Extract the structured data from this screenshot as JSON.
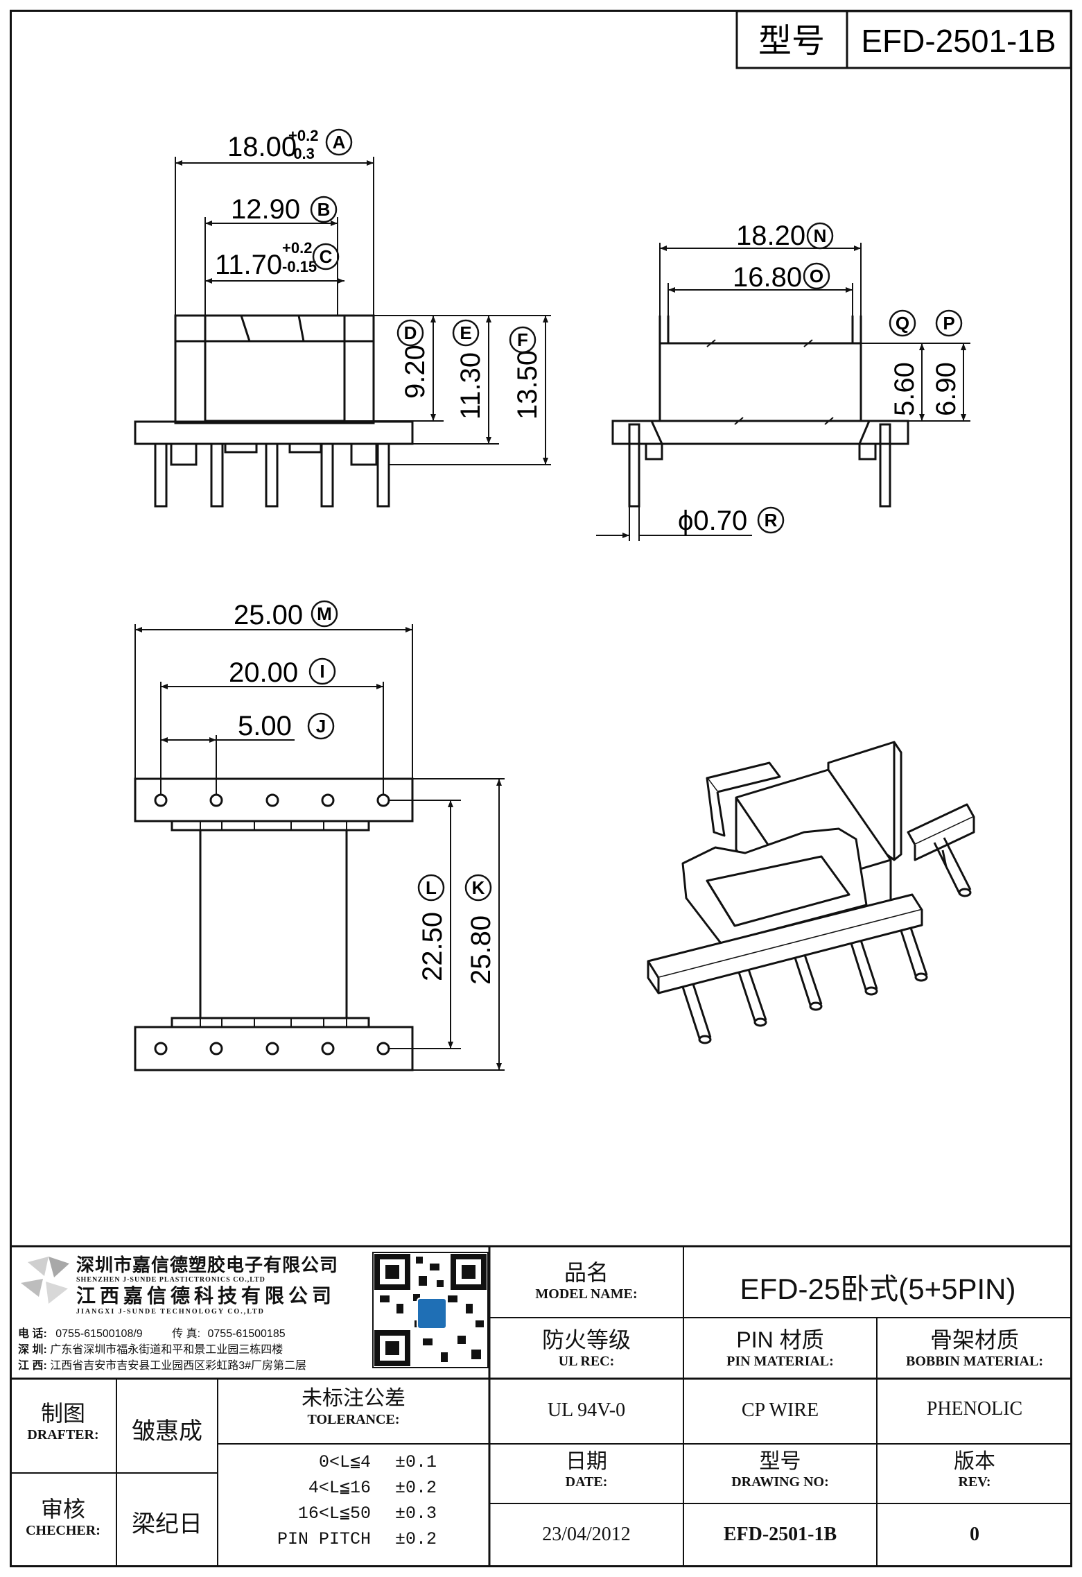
{
  "header": {
    "label": "型号",
    "value": "EFD-2501-1B"
  },
  "dims": {
    "A": {
      "value": "18.00",
      "tol_plus": "+0.2",
      "tol_minus": "-0.3",
      "tag": "A"
    },
    "B": {
      "value": "12.90",
      "tag": "B"
    },
    "C": {
      "value": "11.70",
      "tol_plus": "+0.2",
      "tol_minus": "-0.15",
      "tag": "C"
    },
    "D": {
      "value": "9.20",
      "tag": "D"
    },
    "E": {
      "value": "11.30",
      "tag": "E"
    },
    "F": {
      "value": "13.50",
      "tag": "F"
    },
    "N": {
      "value": "18.20",
      "tag": "N"
    },
    "O": {
      "value": "16.80",
      "tag": "O"
    },
    "Q": {
      "value": "5.60",
      "tag": "Q"
    },
    "P": {
      "value": "6.90",
      "tag": "P"
    },
    "R": {
      "value": "ϕ0.70",
      "tag": "R"
    },
    "M": {
      "value": "25.00",
      "tag": "M"
    },
    "I": {
      "value": "20.00",
      "tag": "I"
    },
    "J": {
      "value": "5.00",
      "tag": "J"
    },
    "L": {
      "value": "22.50",
      "tag": "L"
    },
    "K": {
      "value": "25.80",
      "tag": "K"
    }
  },
  "company": {
    "name_sz": "深圳市嘉信德塑胶电子有限公司",
    "en_sz": "SHENZHEN J-SUNDE PLASTICTRONICS CO.,LTD",
    "name_jx": "江西嘉信德科技有限公司",
    "en_jx": "JIANGXI J-SUNDE TECHNOLOGY CO.,LTD",
    "tel_label": "电 话:",
    "tel": "0755-61500108/9",
    "fax_label": "传 真:",
    "fax": "0755-61500185",
    "addr_sz_label": "深 圳:",
    "addr_sz": "广东省深圳市福永街道和平和景工业园三栋四楼",
    "addr_jx_label": "江 西:",
    "addr_jx": "江西省吉安市吉安县工业园西区彩虹路3#厂房第二层"
  },
  "titleblock": {
    "model_name_cn": "品名",
    "model_name_en": "MODEL NAME:",
    "model_name_value": "EFD-25卧式(5+5PIN)",
    "ul_cn": "防火等级",
    "ul_en": "UL REC:",
    "pin_cn": "PIN 材质",
    "pin_en": "PIN MATERIAL:",
    "bobbin_cn": "骨架材质",
    "bobbin_en": "BOBBIN MATERIAL:",
    "drafter_cn": "制图",
    "drafter_en": "DRAFTER:",
    "drafter_name": "皱惠成",
    "checker_cn": "审核",
    "checker_en": "CHECHER:",
    "checker_name": "梁纪日",
    "tol_cn": "未标注公差",
    "tol_en": "TOLERANCE:",
    "tol_rows": [
      {
        "range": "0<L≦4",
        "tol": "±0.1"
      },
      {
        "range": "4<L≦16",
        "tol": "±0.2"
      },
      {
        "range": "16<L≦50",
        "tol": "±0.3"
      },
      {
        "range": "PIN PITCH",
        "tol": "±0.2"
      }
    ],
    "ul_value": "UL 94V-0",
    "pin_value": "CP WIRE",
    "bobbin_value": "PHENOLIC",
    "date_cn": "日期",
    "date_en": "DATE:",
    "dwg_cn": "型号",
    "dwg_en": "DRAWING NO:",
    "rev_cn": "版本",
    "rev_en": "REV:",
    "date_value": "23/04/2012",
    "dwg_value": "EFD-2501-1B",
    "rev_value": "0"
  }
}
